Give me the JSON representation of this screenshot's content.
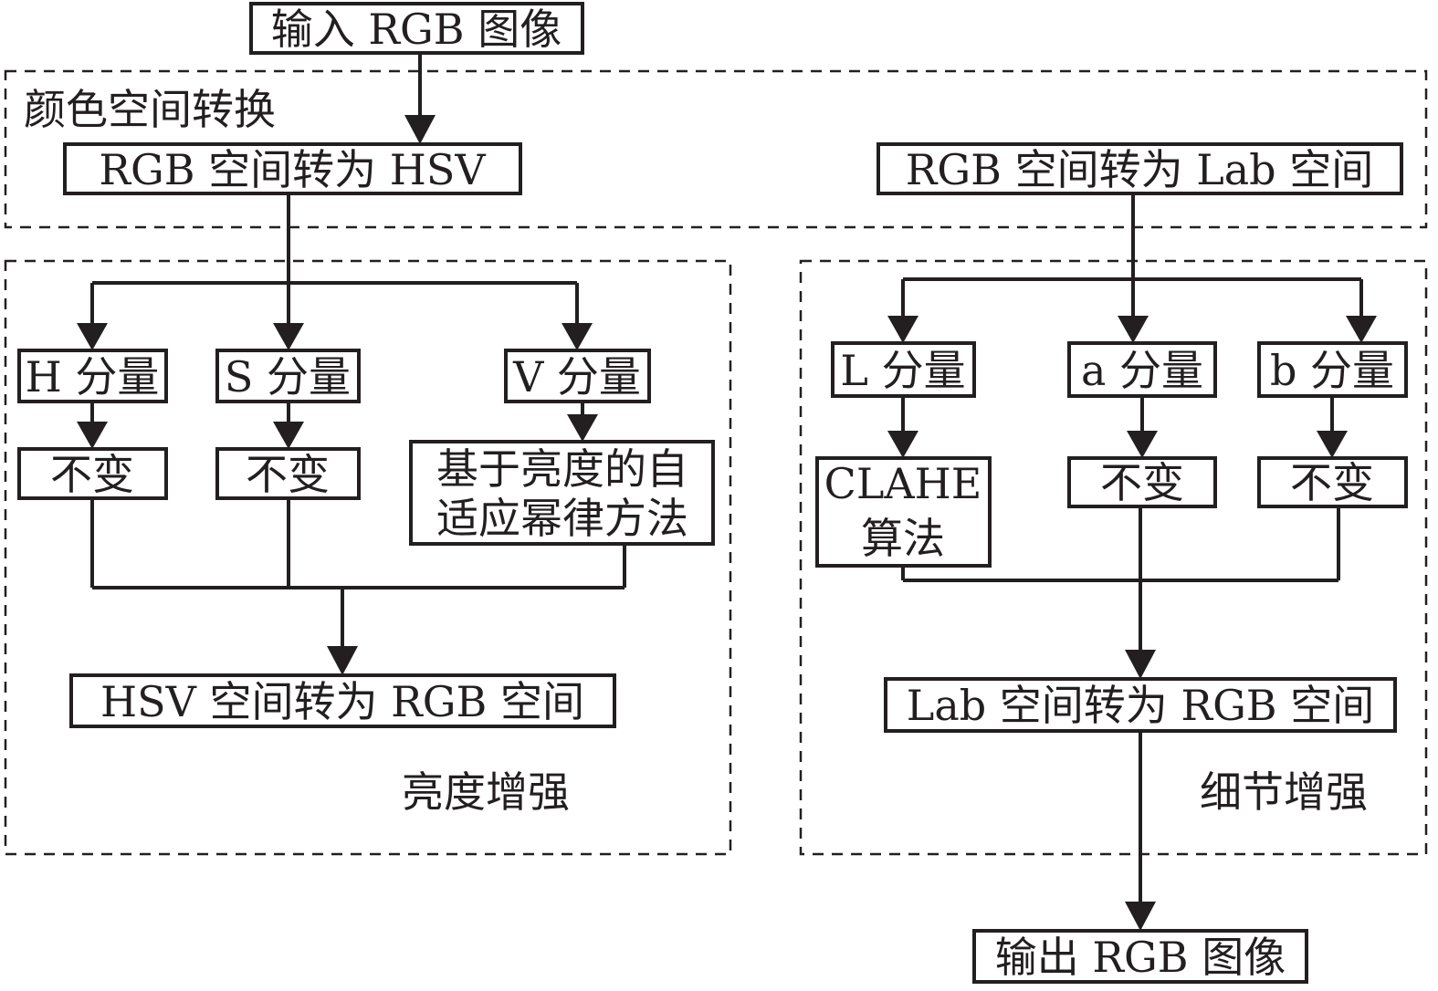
{
  "nodes": {
    "input": "输入 RGB 图像",
    "rgb_to_hsv": "RGB 空间转为 HSV",
    "rgb_to_lab": "RGB 空间转为 Lab 空间",
    "h": "H 分量",
    "s": "S 分量",
    "v": "V 分量",
    "h_keep": "不变",
    "s_keep": "不变",
    "v_method_line1": "基于亮度的自",
    "v_method_line2": "适应幂律方法",
    "hsv_to_rgb": "HSV 空间转为 RGB 空间",
    "l": "L 分量",
    "a": "a 分量",
    "b": "b 分量",
    "clahe_line1": "CLAHE",
    "clahe_line2": "算法",
    "a_keep": "不变",
    "b_keep": "不变",
    "lab_to_rgb": "Lab 空间转为 RGB 空间",
    "output": "输出 RGB 图像"
  },
  "groups": {
    "color_conversion": "颜色空间转换",
    "brightness": "亮度增强",
    "detail": "细节增强"
  }
}
